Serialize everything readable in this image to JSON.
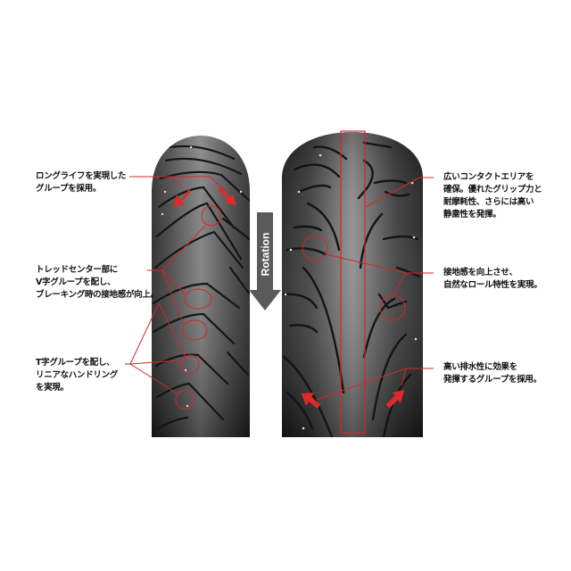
{
  "figure": {
    "title": "Tire tread feature diagram",
    "rotation_label": "Rotation",
    "colors": {
      "background": "#ffffff",
      "tire": "#3a3a3a",
      "tire_highlight": "#8a8a8a",
      "accent_red": "#d6252a",
      "arrow_gray": "#555555",
      "text": "#111111"
    }
  },
  "front_tire": {
    "annotations": [
      {
        "id": "long-life",
        "lines": [
          "ロングライフを実現した",
          "グループを採用。"
        ]
      },
      {
        "id": "v-groove",
        "lines": [
          "トレッドセンター部に",
          "V字グループを配し、",
          "ブレーキング時の接地感が向上。"
        ]
      },
      {
        "id": "t-groove",
        "lines": [
          "T字グループを配し、",
          "リニアなハンドリング",
          "を実現。"
        ]
      }
    ]
  },
  "rear_tire": {
    "annotations": [
      {
        "id": "contact-area",
        "lines": [
          "広いコンタクトエリアを",
          "確保。優れたグリップ力と",
          "耐摩耗性、さらには高い",
          "静粛性を発揮。"
        ]
      },
      {
        "id": "roll-character",
        "lines": [
          "接地感を向上させ、",
          "自然なロール特性を実現。"
        ]
      },
      {
        "id": "drainage",
        "lines": [
          "高い排水性に効果を",
          "発揮するグループを採用。"
        ]
      }
    ]
  }
}
